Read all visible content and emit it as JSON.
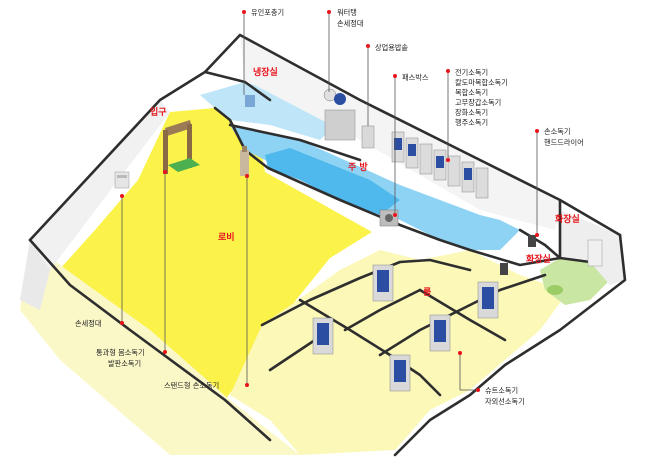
{
  "rooms": {
    "entrance": "입구",
    "cold_storage": "냉장실",
    "kitchen": "주 방",
    "lobby": "로비",
    "room": "룸",
    "restroom_1": "화장실",
    "restroom_2": "화장실"
  },
  "callouts": {
    "fire_extinguisher": "유인포충기",
    "water_tank_line1": "워터탱",
    "water_tank_line2": "손세정대",
    "commercial_sink": "상업용밥솥",
    "pass_box": "패스박스",
    "kitchen_devices_line1": "전기소독기",
    "kitchen_devices_line2": "칼도마복합소독기",
    "kitchen_devices_line3": "복합소독기",
    "kitchen_devices_line4": "고무장갑소독기",
    "kitchen_devices_line5": "장화소독기",
    "kitchen_devices_line6": "행주소독기",
    "hand_devices_line1": "손소독기",
    "hand_devices_line2": "핸드드라이어",
    "hand_wash_station": "손세정대",
    "walkthrough_line1": "통과형 몸소독기",
    "walkthrough_line2": "발판소독기",
    "stand_sanitizer": "스탠드형 손소독기",
    "uv_line1": "슈트소독기",
    "uv_line2": "자외선소독기"
  },
  "colors": {
    "accent_red": "#e8141c",
    "floor_yellow": "#fbf24a",
    "floor_light_yellow": "#fbf8b8",
    "kitchen_blue": "#8fd3f4",
    "kitchen_blue_dark": "#4fb8ec",
    "wall": "#2e2e2e",
    "restroom_green": "#c9e6a2"
  }
}
